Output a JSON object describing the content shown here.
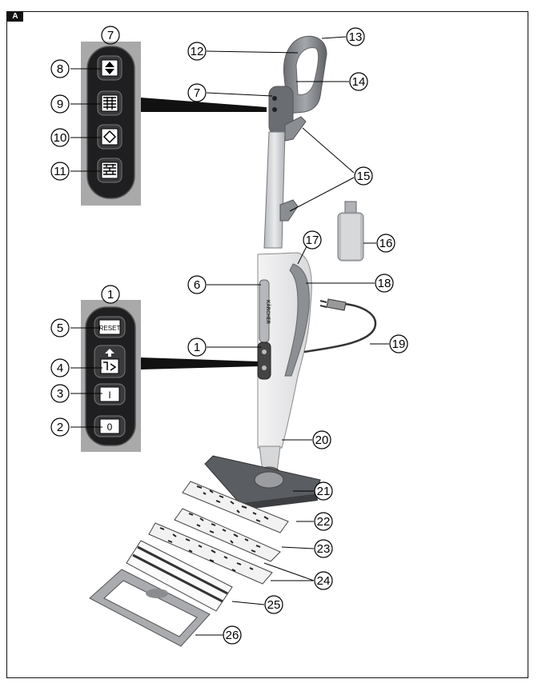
{
  "figure_tag": "A",
  "callouts": {
    "c1": "1",
    "c2": "2",
    "c3": "3",
    "c4": "4",
    "c5": "5",
    "c6": "6",
    "c7": "7",
    "c8": "8",
    "c9": "9",
    "c10": "10",
    "c11": "11",
    "c12": "12",
    "c13": "13",
    "c14": "14",
    "c15": "15",
    "c16": "16",
    "c17": "17",
    "c18": "18",
    "c19": "19",
    "c20": "20",
    "c21": "21",
    "c22": "22",
    "c23": "23",
    "c24": "24",
    "c25": "25",
    "c26": "26"
  },
  "buttons": {
    "reset": "RESET",
    "on": "I",
    "off": "0"
  },
  "brand": "KÄRCHER"
}
